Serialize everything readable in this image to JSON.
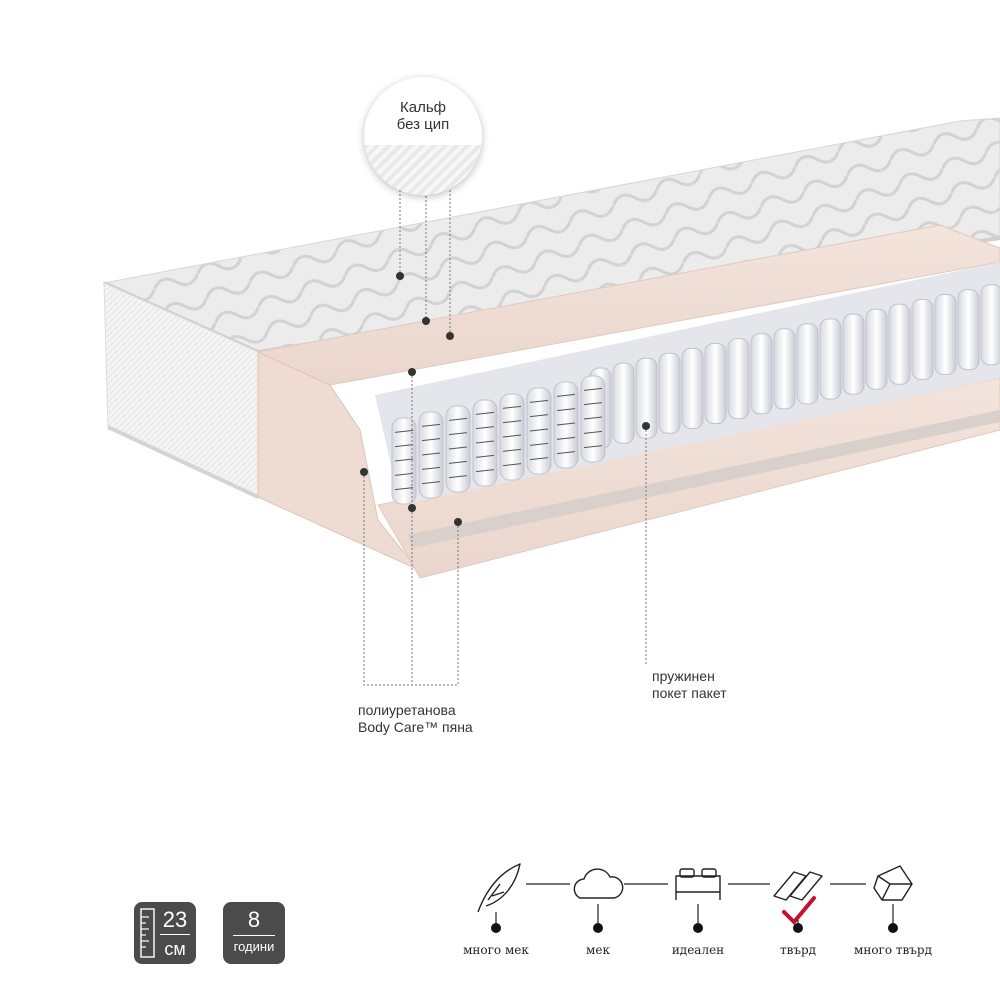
{
  "callout": {
    "line1": "Кальф",
    "line2": "без цип"
  },
  "labels": {
    "foam": {
      "line1": "полиуретанова",
      "line2": "Body Care™ пяна"
    },
    "springs": {
      "line1": "пружинен",
      "line2": "покет пакет"
    }
  },
  "badges": {
    "height": {
      "value": "23",
      "unit": "см",
      "icon": "ruler-icon"
    },
    "warranty": {
      "value": "8",
      "unit": "години"
    }
  },
  "firmness_scale": {
    "selected_index": 3,
    "accent_color": "#c0132e",
    "items": [
      {
        "label": "много мек",
        "icon": "feather-icon"
      },
      {
        "label": "мек",
        "icon": "cloud-icon"
      },
      {
        "label": "идеален",
        "icon": "bed-icon"
      },
      {
        "label": "твърд",
        "icon": "boards-icon"
      },
      {
        "label": "много твърд",
        "icon": "rock-icon"
      }
    ]
  }
}
